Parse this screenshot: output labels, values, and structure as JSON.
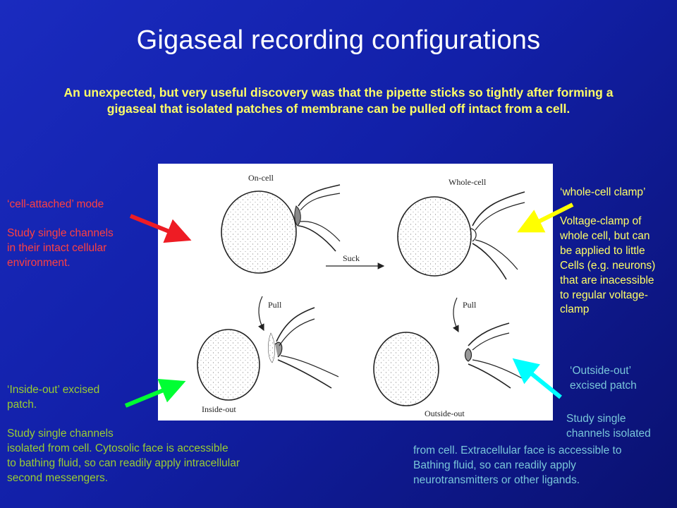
{
  "slide": {
    "title": "Gigaseal recording configurations",
    "intro_line1": "An unexpected, but very useful discovery was that the pipette sticks so tightly after forming a",
    "intro_line2": "gigaseal that isolated patches of membrane can be pulled off intact from a cell."
  },
  "notes": {
    "cell_attached": {
      "heading": "‘cell-attached’ mode",
      "lines": [
        "Study single channels",
        "in their intact cellular",
        "environment."
      ]
    },
    "whole_cell": {
      "heading": "‘whole-cell clamp’",
      "lines": [
        "Voltage-clamp of",
        "whole cell, but can",
        "be applied to little",
        "Cells (e.g. neurons)",
        "that are inacessible",
        "to regular voltage-",
        "clamp"
      ]
    },
    "inside_out": {
      "heading_lines": [
        "‘Inside-out’ excised",
        "patch."
      ],
      "lines": [
        "Study single channels",
        "isolated from cell. Cytosolic face is accessible",
        "to bathing fluid, so can readily apply intracellular",
        "second messengers."
      ]
    },
    "outside_out": {
      "heading_lines": [
        "‘Outside-out’",
        "excised patch"
      ],
      "lines_top": [
        "Study single",
        "channels isolated"
      ],
      "lines_bottom": [
        "from cell. Extracellular face is accessible to",
        "Bathing fluid, so can readily apply",
        "neurotransmitters or other ligands."
      ]
    }
  },
  "figure": {
    "labels": {
      "on_cell": "On-cell",
      "whole_cell": "Whole-cell",
      "suck": "Suck",
      "pull_left": "Pull",
      "pull_right": "Pull",
      "inside_out": "Inside-out",
      "outside_out": "Outside-out"
    }
  },
  "colors": {
    "red_arrow": "#ee1c24",
    "yellow_arrow": "#ffff00",
    "green_arrow": "#00ff33",
    "cyan_arrow": "#00ffff"
  }
}
